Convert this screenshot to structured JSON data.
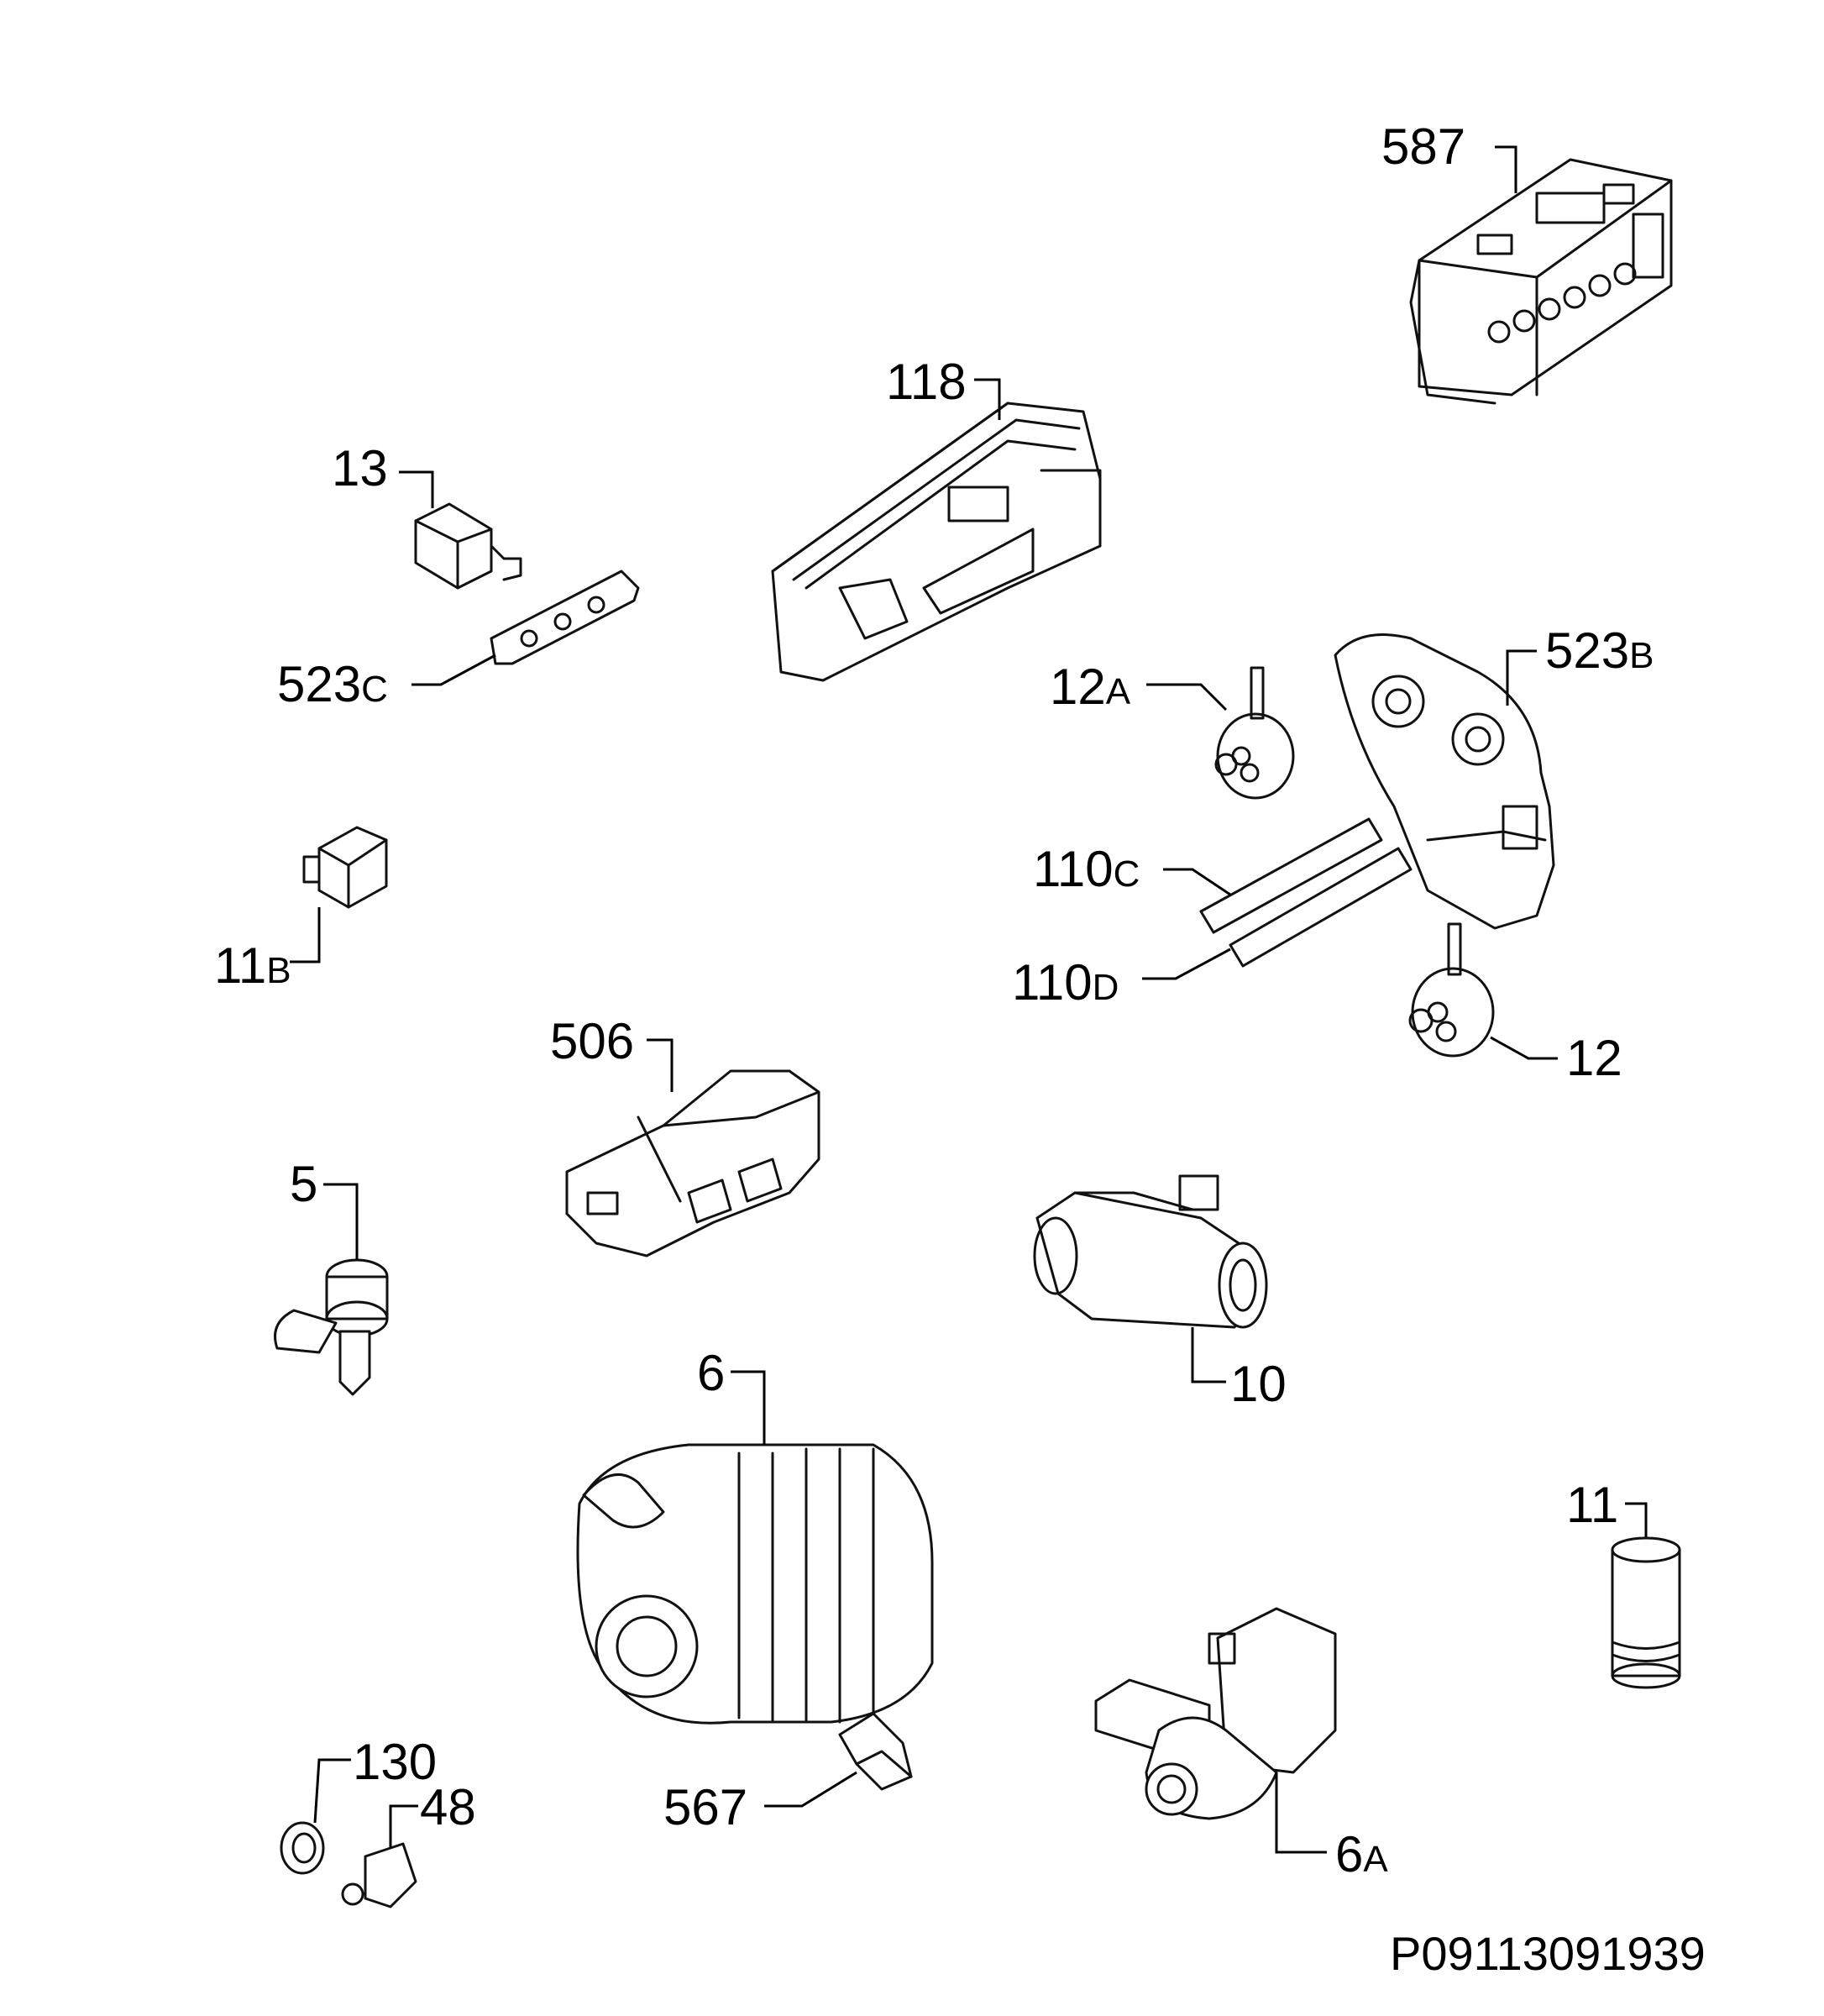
{
  "diagram": {
    "reference_code": "P09113091939",
    "callouts": [
      {
        "number": "587",
        "suffix": ""
      },
      {
        "number": "118",
        "suffix": ""
      },
      {
        "number": "13",
        "suffix": ""
      },
      {
        "number": "523",
        "suffix": "C"
      },
      {
        "number": "12",
        "suffix": "A"
      },
      {
        "number": "523",
        "suffix": "B"
      },
      {
        "number": "11",
        "suffix": "B"
      },
      {
        "number": "110",
        "suffix": "C"
      },
      {
        "number": "110",
        "suffix": "D"
      },
      {
        "number": "12",
        "suffix": ""
      },
      {
        "number": "506",
        "suffix": ""
      },
      {
        "number": "5",
        "suffix": ""
      },
      {
        "number": "10",
        "suffix": ""
      },
      {
        "number": "6",
        "suffix": ""
      },
      {
        "number": "11",
        "suffix": ""
      },
      {
        "number": "130",
        "suffix": ""
      },
      {
        "number": "48",
        "suffix": ""
      },
      {
        "number": "567",
        "suffix": ""
      },
      {
        "number": "6",
        "suffix": "A"
      }
    ]
  }
}
